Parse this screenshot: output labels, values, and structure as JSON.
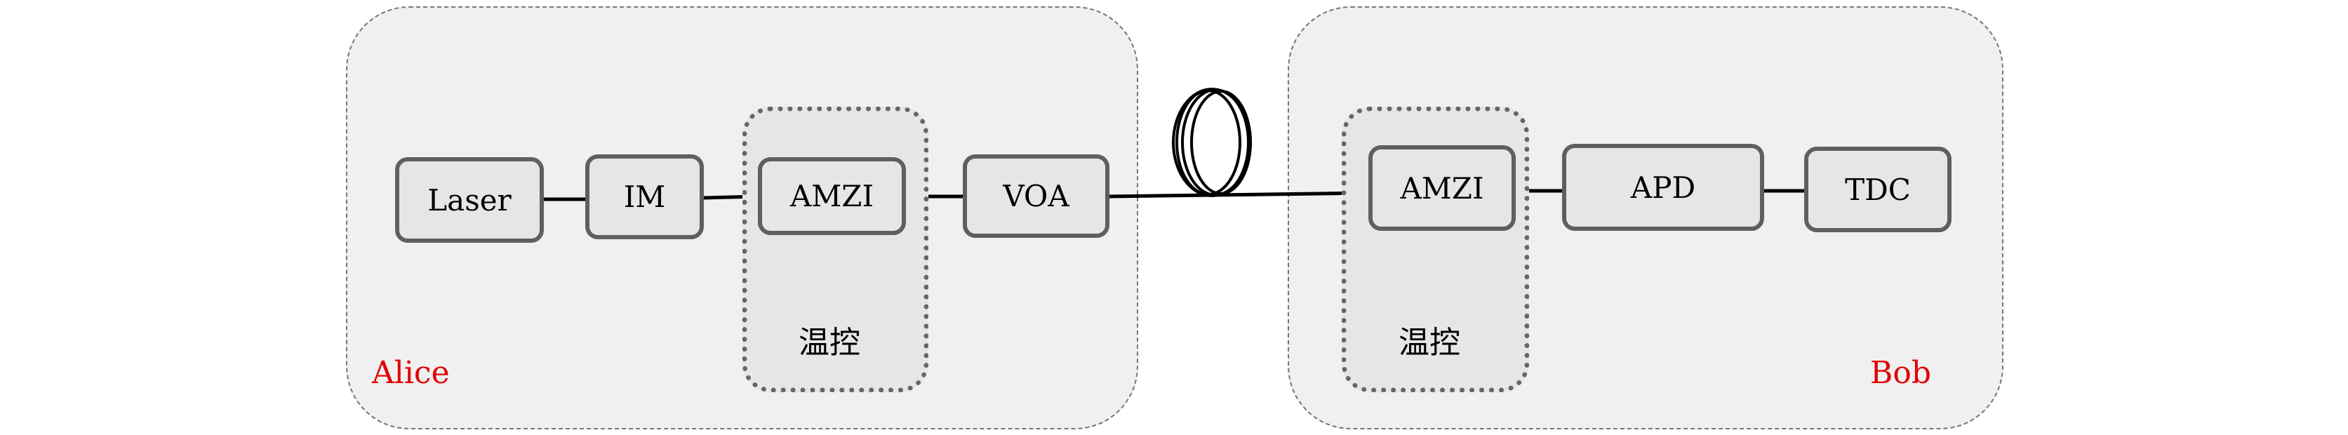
{
  "alice": {
    "name": "Alice",
    "devices": [
      "Laser",
      "IM",
      "AMZI",
      "VOA"
    ],
    "tc_label": "温控"
  },
  "bob": {
    "name": "Bob",
    "devices": [
      "AMZI",
      "APD",
      "TDC"
    ],
    "tc_label": "温控"
  },
  "colors": {
    "party_label": "#e00000",
    "box_fill": "#e6e6e6",
    "border": "#5f5f5f"
  }
}
